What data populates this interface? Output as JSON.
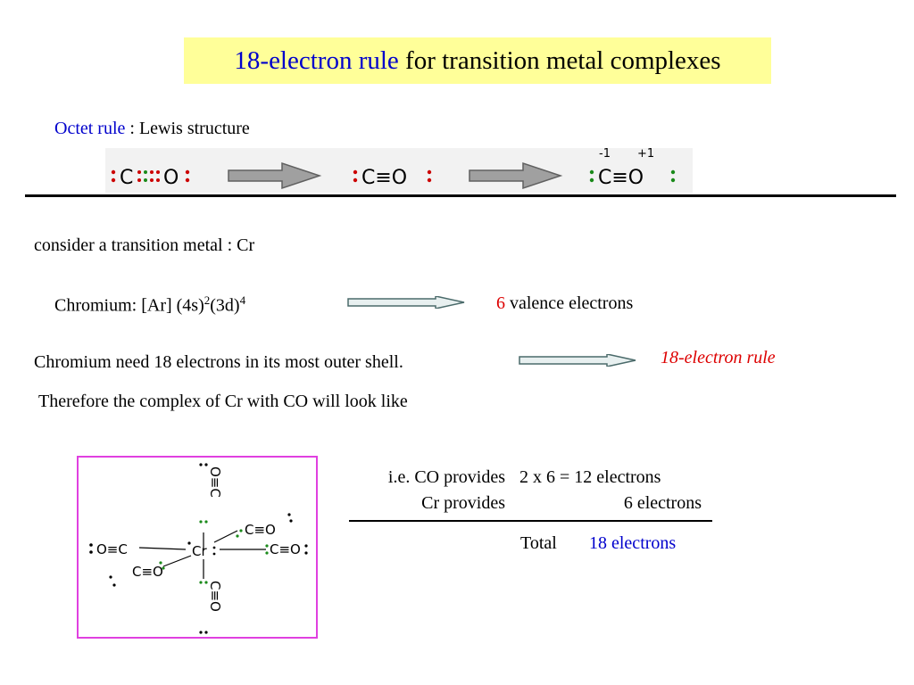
{
  "title": {
    "highlight": "18-electron rule",
    "rest": " for transition metal complexes"
  },
  "octet": {
    "label": "Octet rule",
    "rest": " : Lewis  structure"
  },
  "lewis": {
    "structure1": "C::::O",
    "structure2": "C≡O",
    "structure3": "C≡O",
    "charge_c": "-1",
    "charge_o": "+1",
    "atom_c": "C",
    "atom_o": "O"
  },
  "consider": "consider a transition metal : Cr",
  "config": {
    "prefix": "Chromium: [Ar] (4s)",
    "sup1": "2",
    "mid": "(3d)",
    "sup2": "4"
  },
  "valence": {
    "number": "6",
    "text": " valence electrons"
  },
  "need": "Chromium need 18 electrons in its most outer shell.",
  "rule_label": "18-electron rule",
  "therefore": "Therefore the complex of Cr with CO will look like",
  "molecule": {
    "metal": "Cr",
    "ligand_co": "C≡O",
    "ligand_oc": "O≡C"
  },
  "count": {
    "co_label": "i.e. CO provides",
    "co_value": "2 x 6 = 12 electrons",
    "cr_label": "Cr provides",
    "cr_value": "6 electrons",
    "total_label": "Total",
    "total_value": "18 electrons"
  },
  "colors": {
    "accent_blue": "#0000cc",
    "accent_red": "#dd0000",
    "title_bg": "#ffff99",
    "box_border": "#e040e0",
    "dot_red": "#cc0000",
    "dot_green": "#1a8a1a"
  }
}
